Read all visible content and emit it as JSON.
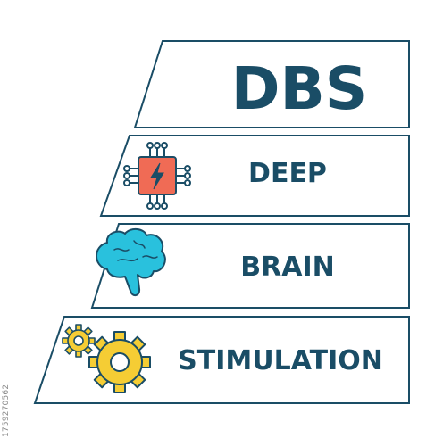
{
  "rows": [
    {
      "id": "dbs",
      "label": "DBS",
      "icon": "none"
    },
    {
      "id": "deep",
      "label": "DEEP",
      "icon": "cpu-lightning-icon"
    },
    {
      "id": "brain",
      "label": "BRAIN",
      "icon": "brain-icon"
    },
    {
      "id": "stimulation",
      "label": "STIMULATION",
      "icon": "gears-icon"
    }
  ],
  "side_caption": "1759270562",
  "colors": {
    "outline": "#1a4d66",
    "text": "#1a4d66",
    "chip": "#f06b55",
    "brain": "#29c1dd",
    "gear": "#f5cd34",
    "background": "#ffffff"
  }
}
